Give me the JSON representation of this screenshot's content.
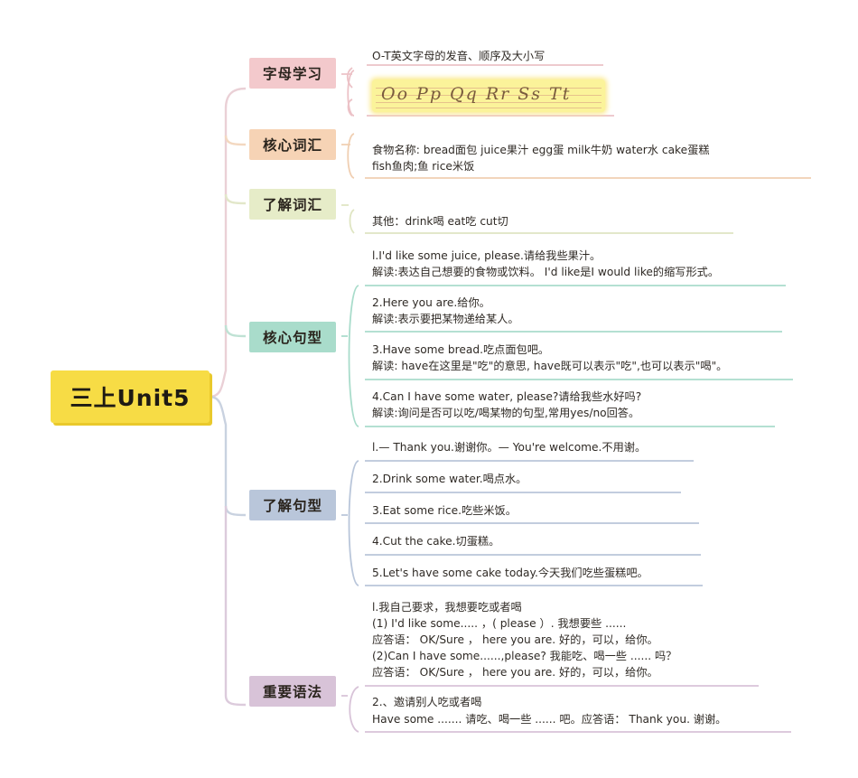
{
  "title": "三上Unit5",
  "branches": {
    "letters": {
      "label": "字母学习",
      "text": "O-T英文字母的发音、顺序及大小写",
      "letters": "Oo Pp Qq Rr Ss Tt"
    },
    "core_vocab": {
      "label": "核心词汇",
      "line1": "食物名称: bread面包   juice果汁   egg蛋   milk牛奶   water水   cake蛋糕",
      "line2": "fish鱼肉;鱼   rice米饭"
    },
    "know_vocab": {
      "label": "了解词汇",
      "line1": "其他：drink喝   eat吃   cut切"
    },
    "core_sentences": {
      "label": "核心句型",
      "items": [
        {
          "l1": "l.I'd like some juice, please.请给我些果汁。",
          "l2": "解读:表达自己想要的食物或饮料。 I'd like是I would like的缩写形式。"
        },
        {
          "l1": "2.Here you are.给你。",
          "l2": "解读:表示要把某物递给某人。"
        },
        {
          "l1": "3.Have some bread.吃点面包吧。",
          "l2": "解读: have在这里是\"吃\"的意思, have既可以表示\"吃\",也可以表示\"喝\"。"
        },
        {
          "l1": "4.Can I have some water, please?请给我些水好吗?",
          "l2": "解读:询问是否可以吃/喝某物的句型,常用yes/no回答。"
        }
      ]
    },
    "know_sentences": {
      "label": "了解句型",
      "items": [
        "l.— Thank you.谢谢你。— You're welcome.不用谢。",
        "2.Drink some water.喝点水。",
        "3.Eat some rice.吃些米饭。",
        "4.Cut the cake.切蛋糕。",
        "5.Let's have some cake today.今天我们吃些蛋糕吧。"
      ]
    },
    "grammar": {
      "label": "重要语法",
      "block1": [
        "l.我自己要求，我想要吃或者喝",
        "(1) I'd like some.....  ，(  please  ）. 我想要些 ......",
        "应答语： OK/Sure  ， here you are. 好的，可以，给你。",
        "(2)Can I have some......,please? 我能吃、喝一些 ...... 吗？",
        "应答语： OK/Sure  ， here you are. 好的，可以，给你。"
      ],
      "block2": [
        "2.、邀请别人吃或者喝",
        " Have some ....... 请吃、喝一些 ...... 吧。应答语： Thank you. 谢谢。"
      ]
    }
  },
  "colors": {
    "root": "#f7dc45",
    "letters": "#f3c9cc",
    "core_vocab": "#f6d3b5",
    "know_vocab": "#e6ecc8",
    "core_sentences": "#a9dccb",
    "know_sentences": "#b9c6da",
    "grammar": "#d8c3d8"
  }
}
